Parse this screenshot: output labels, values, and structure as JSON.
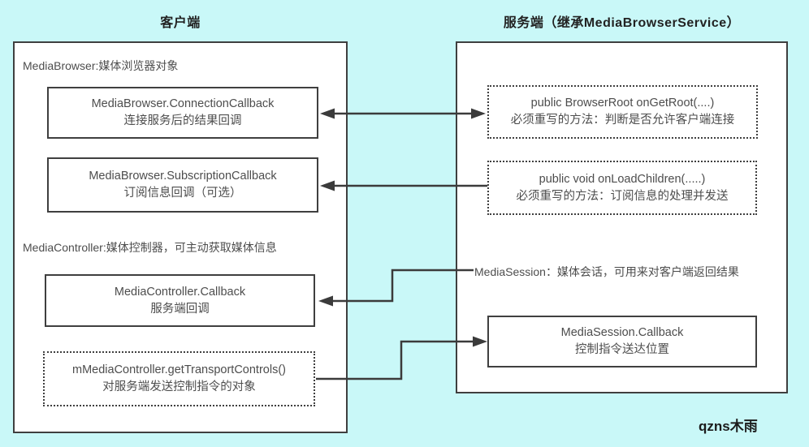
{
  "canvas": {
    "background_color": "#c9f8f8",
    "border_color": "#3f3f3f",
    "arrow_color": "#3b3b3b",
    "box_text_color": "#4d4d4d",
    "title_color": "#222222"
  },
  "client": {
    "title": "客户端",
    "browser_section_label": "MediaBrowser:媒体浏览器对象",
    "controller_section_label": "MediaController:媒体控制器，可主动获取媒体信息",
    "connection_callback": {
      "line1": "MediaBrowser.ConnectionCallback",
      "line2": "连接服务后的结果回调"
    },
    "subscription_callback": {
      "line1": "MediaBrowser.SubscriptionCallback",
      "line2": "订阅信息回调（可选）"
    },
    "controller_callback": {
      "line1": "MediaController.Callback",
      "line2": "服务端回调"
    },
    "transport_controls": {
      "line1": "mMediaController.getTransportControls()",
      "line2": "对服务端发送控制指令的对象"
    }
  },
  "server": {
    "title": "服务端（继承MediaBrowserService）",
    "session_label": "MediaSession：媒体会话，可用来对客户端返回结果",
    "on_get_root": {
      "line1": "public BrowserRoot onGetRoot(....)",
      "line2": "必须重写的方法：判断是否允许客户端连接"
    },
    "on_load_children": {
      "line1": "public void onLoadChildren(.....)",
      "line2": "必须重写的方法：订阅信息的处理并发送"
    },
    "session_callback": {
      "line1": "MediaSession.Callback",
      "line2": "控制指令送达位置"
    }
  },
  "watermark": "qzns木雨"
}
